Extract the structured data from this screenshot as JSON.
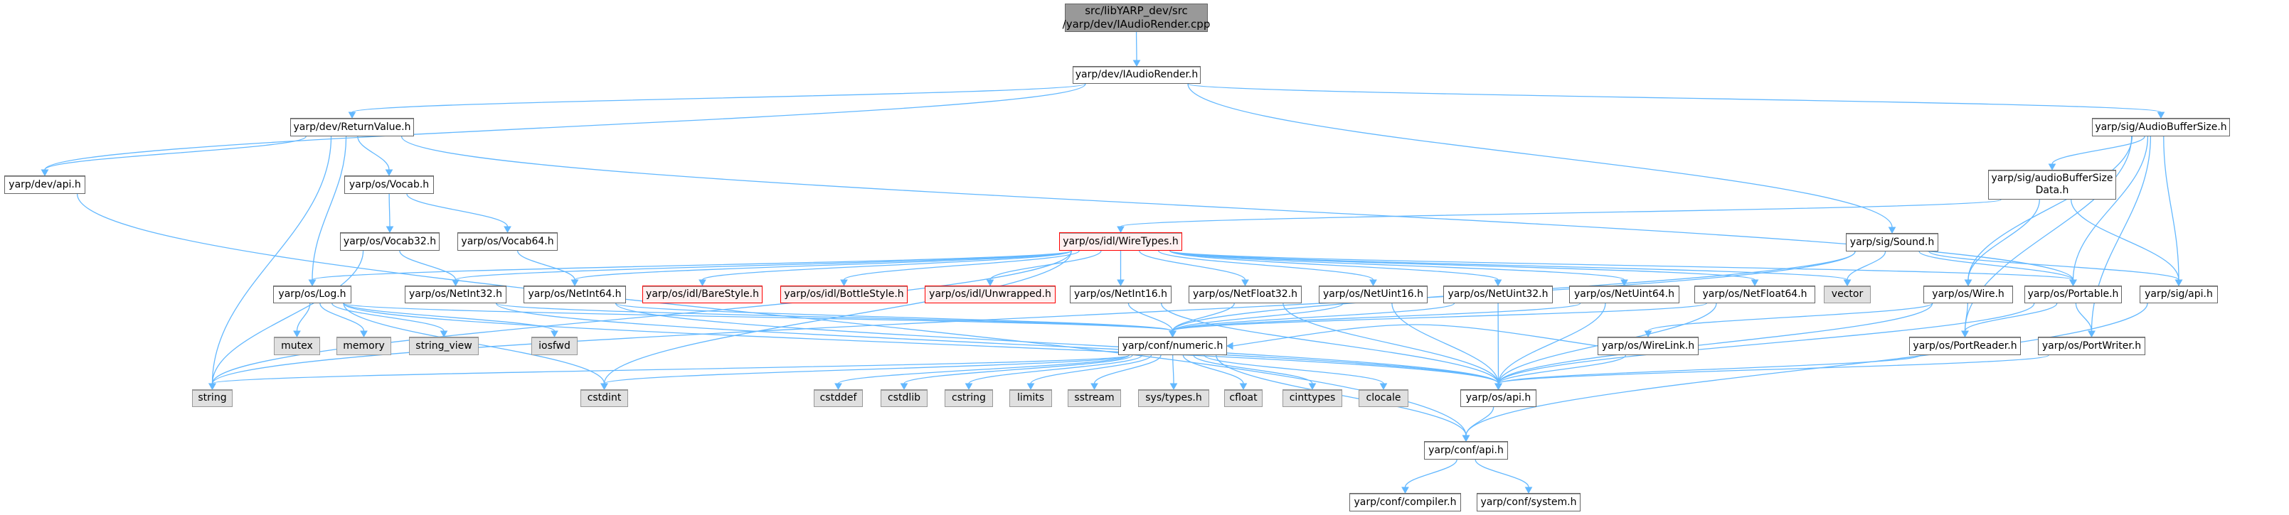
{
  "diagram": {
    "title": "Include dependency graph for IAudioRender.cpp",
    "colors": {
      "edge": "#63b8ff",
      "root_fill": "#999999",
      "normal_fill": "#ffffff",
      "system_fill": "#e0e0e0",
      "missing_fill": "#fff0f0",
      "missing_border": "#ff0000"
    },
    "nodes": [
      {
        "id": "root",
        "label": "src/libYARP_dev/src\n/yarp/dev/IAudioRender.cpp",
        "kind": "root"
      },
      {
        "id": "iaudiorender",
        "label": "yarp/dev/IAudioRender.h",
        "kind": "normal"
      },
      {
        "id": "returnvalue",
        "label": "yarp/dev/ReturnValue.h",
        "kind": "normal"
      },
      {
        "id": "audiobuffersize",
        "label": "yarp/sig/AudioBufferSize.h",
        "kind": "normal"
      },
      {
        "id": "devapi",
        "label": "yarp/dev/api.h",
        "kind": "normal"
      },
      {
        "id": "vocab",
        "label": "yarp/os/Vocab.h",
        "kind": "normal"
      },
      {
        "id": "abdata",
        "label": "yarp/sig/audioBufferSize\nData.h",
        "kind": "normal"
      },
      {
        "id": "vocab32",
        "label": "yarp/os/Vocab32.h",
        "kind": "normal"
      },
      {
        "id": "vocab64",
        "label": "yarp/os/Vocab64.h",
        "kind": "normal"
      },
      {
        "id": "wiretypes",
        "label": "yarp/os/idl/WireTypes.h",
        "kind": "missing"
      },
      {
        "id": "sound",
        "label": "yarp/sig/Sound.h",
        "kind": "normal"
      },
      {
        "id": "log",
        "label": "yarp/os/Log.h",
        "kind": "normal"
      },
      {
        "id": "netint32",
        "label": "yarp/os/NetInt32.h",
        "kind": "normal"
      },
      {
        "id": "netint64",
        "label": "yarp/os/NetInt64.h",
        "kind": "normal"
      },
      {
        "id": "barestyle",
        "label": "yarp/os/idl/BareStyle.h",
        "kind": "missing"
      },
      {
        "id": "bottlestyle",
        "label": "yarp/os/idl/BottleStyle.h",
        "kind": "missing"
      },
      {
        "id": "unwrapped",
        "label": "yarp/os/idl/Unwrapped.h",
        "kind": "missing"
      },
      {
        "id": "netint16",
        "label": "yarp/os/NetInt16.h",
        "kind": "normal"
      },
      {
        "id": "netfloat32",
        "label": "yarp/os/NetFloat32.h",
        "kind": "normal"
      },
      {
        "id": "netuint16",
        "label": "yarp/os/NetUint16.h",
        "kind": "normal"
      },
      {
        "id": "netuint32",
        "label": "yarp/os/NetUint32.h",
        "kind": "normal"
      },
      {
        "id": "netuint64",
        "label": "yarp/os/NetUint64.h",
        "kind": "normal"
      },
      {
        "id": "netfloat64",
        "label": "yarp/os/NetFloat64.h",
        "kind": "normal"
      },
      {
        "id": "vector",
        "label": "vector",
        "kind": "system"
      },
      {
        "id": "wire",
        "label": "yarp/os/Wire.h",
        "kind": "normal"
      },
      {
        "id": "portable",
        "label": "yarp/os/Portable.h",
        "kind": "normal"
      },
      {
        "id": "sigapi",
        "label": "yarp/sig/api.h",
        "kind": "normal"
      },
      {
        "id": "mutex",
        "label": "mutex",
        "kind": "system"
      },
      {
        "id": "memory",
        "label": "memory",
        "kind": "system"
      },
      {
        "id": "string_view",
        "label": "string_view",
        "kind": "system"
      },
      {
        "id": "iosfwd",
        "label": "iosfwd",
        "kind": "system"
      },
      {
        "id": "numeric",
        "label": "yarp/conf/numeric.h",
        "kind": "normal"
      },
      {
        "id": "wirelink",
        "label": "yarp/os/WireLink.h",
        "kind": "normal"
      },
      {
        "id": "portreader",
        "label": "yarp/os/PortReader.h",
        "kind": "normal"
      },
      {
        "id": "portwriter",
        "label": "yarp/os/PortWriter.h",
        "kind": "normal"
      },
      {
        "id": "string",
        "label": "string",
        "kind": "system"
      },
      {
        "id": "cstdint",
        "label": "cstdint",
        "kind": "system"
      },
      {
        "id": "cstddef",
        "label": "cstddef",
        "kind": "system"
      },
      {
        "id": "cstdlib",
        "label": "cstdlib",
        "kind": "system"
      },
      {
        "id": "cstring",
        "label": "cstring",
        "kind": "system"
      },
      {
        "id": "limits",
        "label": "limits",
        "kind": "system"
      },
      {
        "id": "sstream",
        "label": "sstream",
        "kind": "system"
      },
      {
        "id": "systypes",
        "label": "sys/types.h",
        "kind": "system"
      },
      {
        "id": "cfloat",
        "label": "cfloat",
        "kind": "system"
      },
      {
        "id": "cinttypes",
        "label": "cinttypes",
        "kind": "system"
      },
      {
        "id": "clocale",
        "label": "clocale",
        "kind": "system"
      },
      {
        "id": "osapi",
        "label": "yarp/os/api.h",
        "kind": "normal"
      },
      {
        "id": "confapi",
        "label": "yarp/conf/api.h",
        "kind": "normal"
      },
      {
        "id": "compiler",
        "label": "yarp/conf/compiler.h",
        "kind": "normal"
      },
      {
        "id": "system",
        "label": "yarp/conf/system.h",
        "kind": "normal"
      }
    ],
    "edges": [
      [
        "root",
        "iaudiorender"
      ],
      [
        "iaudiorender",
        "returnvalue"
      ],
      [
        "iaudiorender",
        "devapi"
      ],
      [
        "iaudiorender",
        "audiobuffersize"
      ],
      [
        "iaudiorender",
        "sound"
      ],
      [
        "returnvalue",
        "devapi"
      ],
      [
        "returnvalue",
        "vocab"
      ],
      [
        "returnvalue",
        "log"
      ],
      [
        "returnvalue",
        "string"
      ],
      [
        "returnvalue",
        "portable"
      ],
      [
        "devapi",
        "confapi"
      ],
      [
        "vocab",
        "vocab32"
      ],
      [
        "vocab",
        "vocab64"
      ],
      [
        "vocab32",
        "netint32"
      ],
      [
        "vocab32",
        "string"
      ],
      [
        "vocab64",
        "netint64"
      ],
      [
        "audiobuffersize",
        "abdata"
      ],
      [
        "audiobuffersize",
        "sigapi"
      ],
      [
        "audiobuffersize",
        "portable"
      ],
      [
        "audiobuffersize",
        "portreader"
      ],
      [
        "audiobuffersize",
        "portwriter"
      ],
      [
        "audiobuffersize",
        "wire"
      ],
      [
        "abdata",
        "wiretypes"
      ],
      [
        "abdata",
        "sigapi"
      ],
      [
        "abdata",
        "wire"
      ],
      [
        "wiretypes",
        "log"
      ],
      [
        "wiretypes",
        "netint32"
      ],
      [
        "wiretypes",
        "netint64"
      ],
      [
        "wiretypes",
        "barestyle"
      ],
      [
        "wiretypes",
        "bottlestyle"
      ],
      [
        "wiretypes",
        "unwrapped"
      ],
      [
        "wiretypes",
        "netint16"
      ],
      [
        "wiretypes",
        "netfloat32"
      ],
      [
        "wiretypes",
        "netuint16"
      ],
      [
        "wiretypes",
        "netuint32"
      ],
      [
        "wiretypes",
        "netuint64"
      ],
      [
        "wiretypes",
        "netfloat64"
      ],
      [
        "wiretypes",
        "vector"
      ],
      [
        "wiretypes",
        "portable"
      ],
      [
        "wiretypes",
        "string"
      ],
      [
        "wiretypes",
        "cstdint"
      ],
      [
        "sound",
        "vector"
      ],
      [
        "sound",
        "portable"
      ],
      [
        "sound",
        "sigapi"
      ],
      [
        "sound",
        "numeric"
      ],
      [
        "sound",
        "string"
      ],
      [
        "log",
        "mutex"
      ],
      [
        "log",
        "memory"
      ],
      [
        "log",
        "string_view"
      ],
      [
        "log",
        "iosfwd"
      ],
      [
        "log",
        "cstdint"
      ],
      [
        "log",
        "osapi"
      ],
      [
        "log",
        "numeric"
      ],
      [
        "netint32",
        "numeric"
      ],
      [
        "netint32",
        "osapi"
      ],
      [
        "netint64",
        "numeric"
      ],
      [
        "netint64",
        "osapi"
      ],
      [
        "netint16",
        "numeric"
      ],
      [
        "netint16",
        "osapi"
      ],
      [
        "netfloat32",
        "numeric"
      ],
      [
        "netfloat32",
        "osapi"
      ],
      [
        "netuint16",
        "numeric"
      ],
      [
        "netuint16",
        "osapi"
      ],
      [
        "netuint32",
        "numeric"
      ],
      [
        "netuint32",
        "osapi"
      ],
      [
        "netuint64",
        "numeric"
      ],
      [
        "netuint64",
        "osapi"
      ],
      [
        "netfloat64",
        "numeric"
      ],
      [
        "netfloat64",
        "osapi"
      ],
      [
        "wire",
        "portreader"
      ],
      [
        "wire",
        "wirelink"
      ],
      [
        "wire",
        "osapi"
      ],
      [
        "portable",
        "portreader"
      ],
      [
        "portable",
        "portwriter"
      ],
      [
        "portable",
        "osapi"
      ],
      [
        "sigapi",
        "confapi"
      ],
      [
        "wirelink",
        "osapi"
      ],
      [
        "wirelink",
        "numeric"
      ],
      [
        "portreader",
        "osapi"
      ],
      [
        "portwriter",
        "osapi"
      ],
      [
        "numeric",
        "string"
      ],
      [
        "numeric",
        "cstdint"
      ],
      [
        "numeric",
        "cstddef"
      ],
      [
        "numeric",
        "cstdlib"
      ],
      [
        "numeric",
        "cstring"
      ],
      [
        "numeric",
        "limits"
      ],
      [
        "numeric",
        "sstream"
      ],
      [
        "numeric",
        "systypes"
      ],
      [
        "numeric",
        "cfloat"
      ],
      [
        "numeric",
        "cinttypes"
      ],
      [
        "numeric",
        "clocale"
      ],
      [
        "numeric",
        "confapi"
      ],
      [
        "osapi",
        "confapi"
      ],
      [
        "confapi",
        "compiler"
      ],
      [
        "confapi",
        "system"
      ]
    ]
  }
}
